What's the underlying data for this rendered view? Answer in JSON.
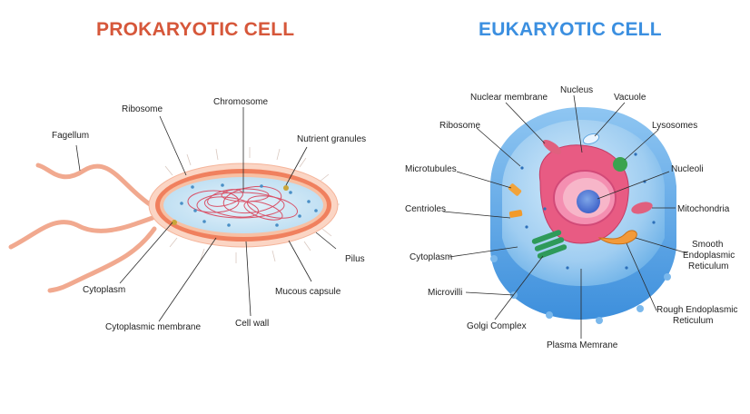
{
  "colors": {
    "prokaryotic_title": "#d6573a",
    "eukaryotic_title": "#3b8fe0"
  },
  "prokaryotic": {
    "title": "PROKARYOTIC CELL",
    "labels": {
      "fagellum": "Fagellum",
      "ribosome": "Ribosome",
      "chromosome": "Chromosome",
      "nutrient": "Nutrient granules",
      "pilus": "Pilus",
      "cytoplasm": "Cytoplasm",
      "mucous": "Mucous capsule",
      "cytomem": "Cytoplasmic membrane",
      "cellwall": "Cell wall"
    }
  },
  "eukaryotic": {
    "title": "EUKARYOTIC CELL",
    "labels": {
      "nucmem": "Nuclear membrane",
      "nucleus": "Nucleus",
      "vacuole": "Vacuole",
      "ribosome": "Ribosome",
      "lysosomes": "Lysosomes",
      "microtubules": "Microtubules",
      "nucleoli": "Nucleoli",
      "centrioles": "Centrioles",
      "mito": "Mitochondria",
      "smooth1": "Smooth",
      "smooth2": "Endoplasmic",
      "smooth3": "Reticulum",
      "cytoplasm": "Cytoplasm",
      "microvilli": "Microvilli",
      "rough1": "Rough Endoplasmic",
      "rough2": "Reticulum",
      "golgi": "Golgi Complex",
      "plasma": "Plasma Memrane"
    }
  }
}
